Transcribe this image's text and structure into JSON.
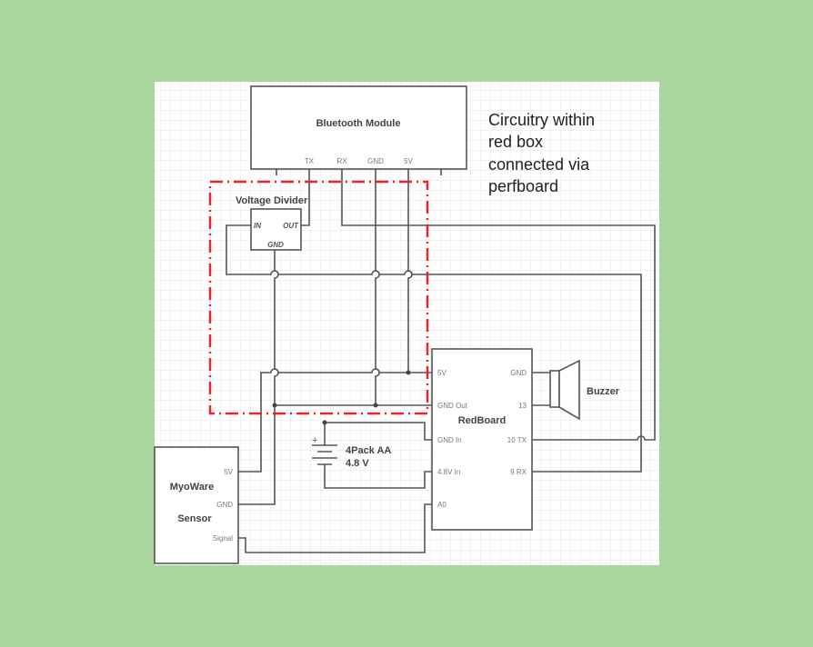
{
  "note": [
    "Circuitry within",
    "red box",
    "connected via",
    "perfboard"
  ],
  "bluetooth": {
    "title": "Bluetooth Module",
    "pins": [
      "TX",
      "RX",
      "GND",
      "5V"
    ]
  },
  "voltage_divider": {
    "title": "Voltage Divider",
    "pins": {
      "in": "IN",
      "out": "OUT",
      "gnd": "GND"
    }
  },
  "redboard": {
    "title": "RedBoard",
    "left_pins": [
      "5V",
      "GND Out",
      "GND In",
      "4.8V In",
      "A0"
    ],
    "right_pins": [
      "GND",
      "13",
      "10 TX",
      "9 RX"
    ]
  },
  "buzzer": {
    "title": "Buzzer"
  },
  "battery": {
    "plus": "+",
    "line1": "4Pack AA",
    "line2": "4.8 V"
  },
  "myoware": {
    "line1": "MyoWare",
    "line2": "Sensor",
    "pins": [
      "5V",
      "GND",
      "Signal"
    ]
  },
  "colors": {
    "background": "#a9d59e",
    "perfboard_box": "#e8262a",
    "wire": "#555555"
  }
}
